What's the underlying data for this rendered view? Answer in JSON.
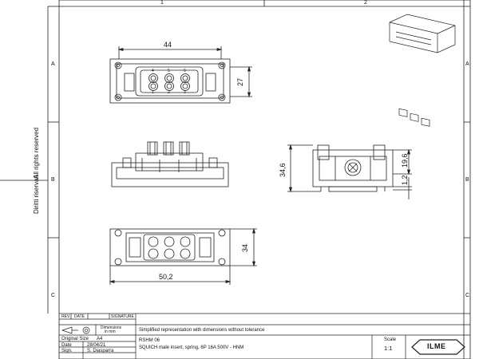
{
  "frame": {
    "columns": [
      "1",
      "2"
    ],
    "rows": [
      "A",
      "B",
      "C"
    ],
    "side_note_1": "Diritti riservati",
    "side_note_2": "All rights reserved"
  },
  "dimensions": {
    "front_width": "44",
    "front_height": "27",
    "side_height": "34,6",
    "side_upper": "19,6",
    "side_lower": "1,2",
    "bottom_height": "34",
    "bottom_width": "50,2"
  },
  "contacts": {
    "top_row": [
      "4",
      "5",
      "6"
    ],
    "bottom_row": [
      "1",
      "2",
      "3"
    ]
  },
  "title_block": {
    "rev_header": "REV.",
    "date_header": "DATE",
    "signature_header": "SIGNATURE",
    "dimensions_unit_label": "Dimensions",
    "dimensions_unit": "in mm",
    "description": "Simplified representation with dimensions without tolerance",
    "original_size_label": "Original Size",
    "original_size": "A4",
    "date_label": "Date",
    "date": "28/04/21",
    "sign_label": "Sign.",
    "signer": "S. Diasparra",
    "part_code": "RSHM 06",
    "part_description": "SQUICH male insert, spring, 6P 16A 500V - HNM",
    "scale_label": "Scale",
    "scale": "1:1",
    "logo_text": "ILME"
  }
}
